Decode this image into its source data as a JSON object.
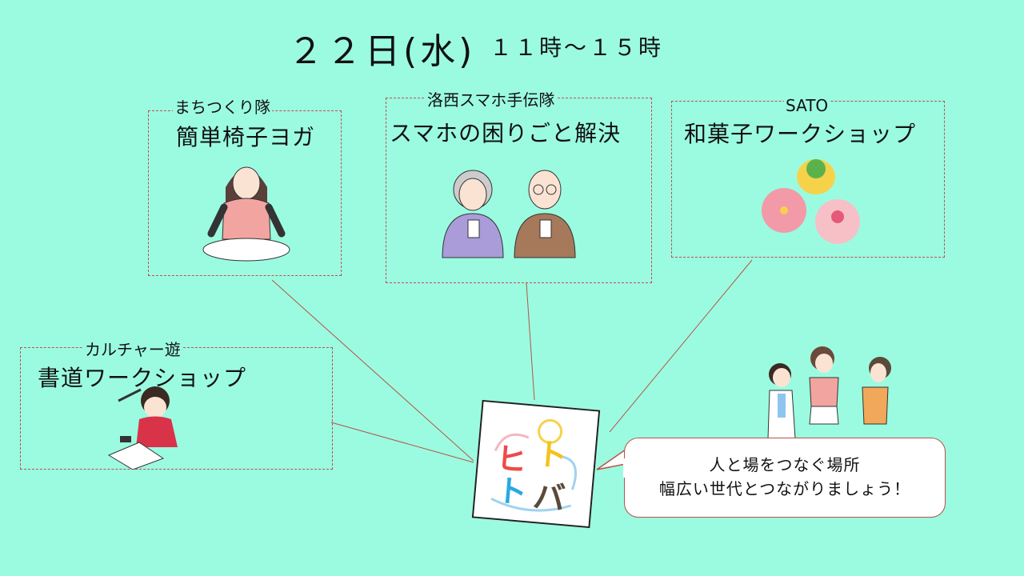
{
  "header": {
    "date": "２２日(水)",
    "time": "１１時～１５時"
  },
  "events": [
    {
      "organizer": "まちつくり隊",
      "title": "簡単椅子ヨガ",
      "icon": "yoga-person-illustration"
    },
    {
      "organizer": "洛西スマホ手伝隊",
      "title": "スマホの困りごと解決",
      "icon": "seniors-smartphone-illustration"
    },
    {
      "organizer": "SATO",
      "title": "和菓子ワークショップ",
      "icon": "wagashi-illustration"
    },
    {
      "organizer": "カルチャー遊",
      "title": "書道ワークショップ",
      "icon": "calligraphy-girl-illustration"
    }
  ],
  "logo": {
    "text": "ヒトトバ"
  },
  "bubble": {
    "line1": "人と場をつなぐ場所",
    "line2": "幅広い世代とつながりましょう！"
  },
  "colors": {
    "background": "#9bfbe0",
    "border": "#c0504d"
  }
}
